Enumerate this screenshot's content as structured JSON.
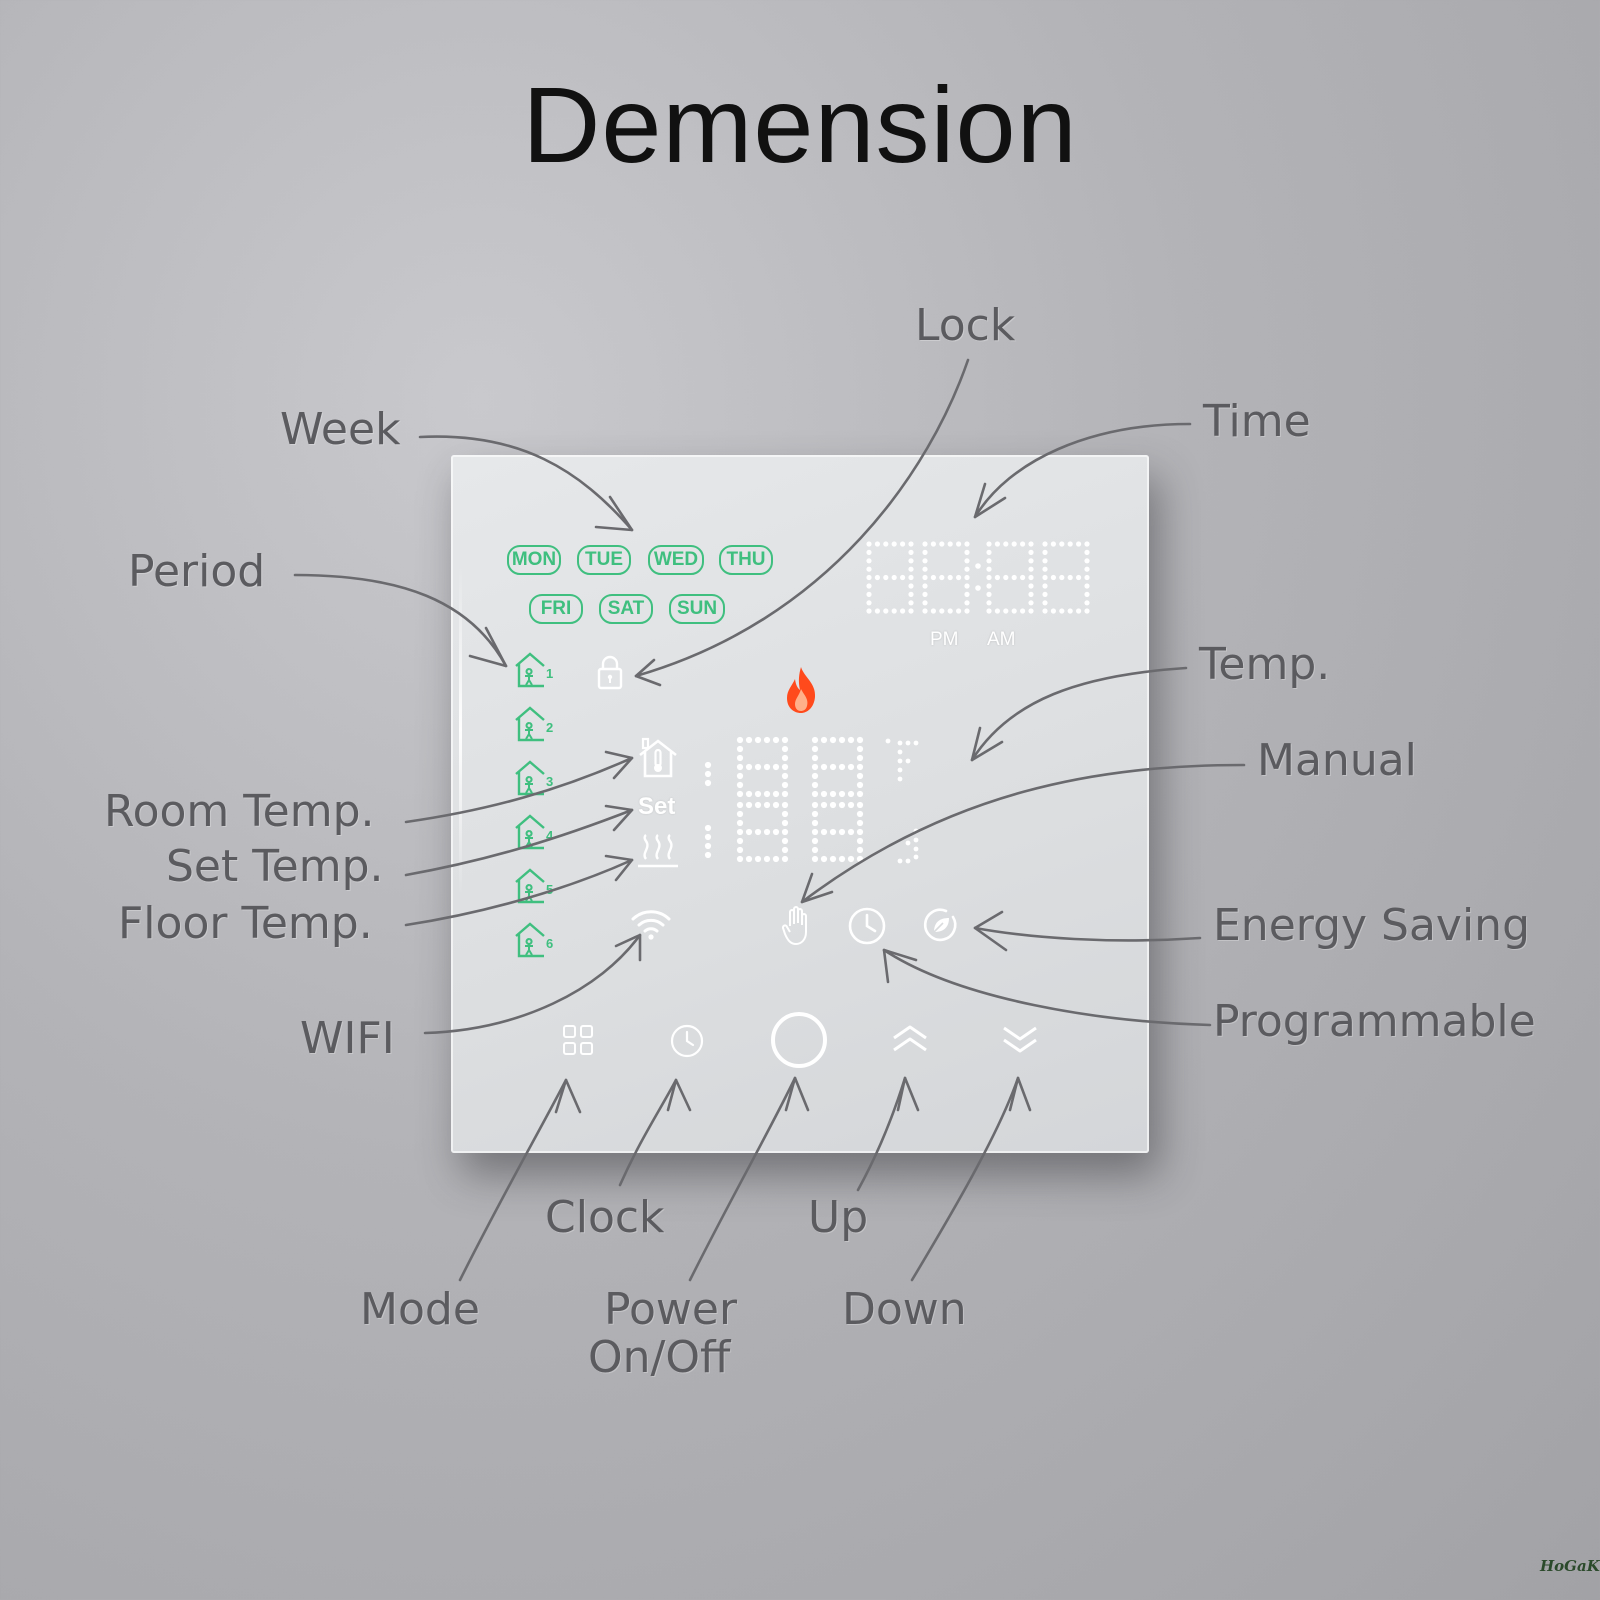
{
  "title": "Demension",
  "callouts": {
    "lock": "Lock",
    "week": "Week",
    "time": "Time",
    "period": "Period",
    "temp": "Temp.",
    "manual": "Manual",
    "room_temp": "Room Temp.",
    "set_temp": "Set Temp.",
    "floor_temp": "Floor Temp.",
    "energy_saving": "Energy Saving",
    "programmable": "Programmable",
    "wifi": "WIFI",
    "clock": "Clock",
    "up": "Up",
    "mode": "Mode",
    "power_line1": "Power",
    "power_line2": "On/Off",
    "down": "Down"
  },
  "display": {
    "days_row1": [
      "MON",
      "TUE",
      "WED",
      "THU"
    ],
    "days_row2": [
      "FRI",
      "SAT",
      "SUN"
    ],
    "time_digits": "88:88",
    "pm": "PM",
    "am": "AM",
    "set_label": "Set",
    "periods": [
      "1",
      "2",
      "3",
      "4",
      "5",
      "6"
    ]
  },
  "brand": "HoGaKi",
  "colors": {
    "day_green": "#3fbf7f",
    "flame": "#ff4a1c",
    "callout_text": "#5b5b5f",
    "arrow": "#6a6a6e"
  }
}
